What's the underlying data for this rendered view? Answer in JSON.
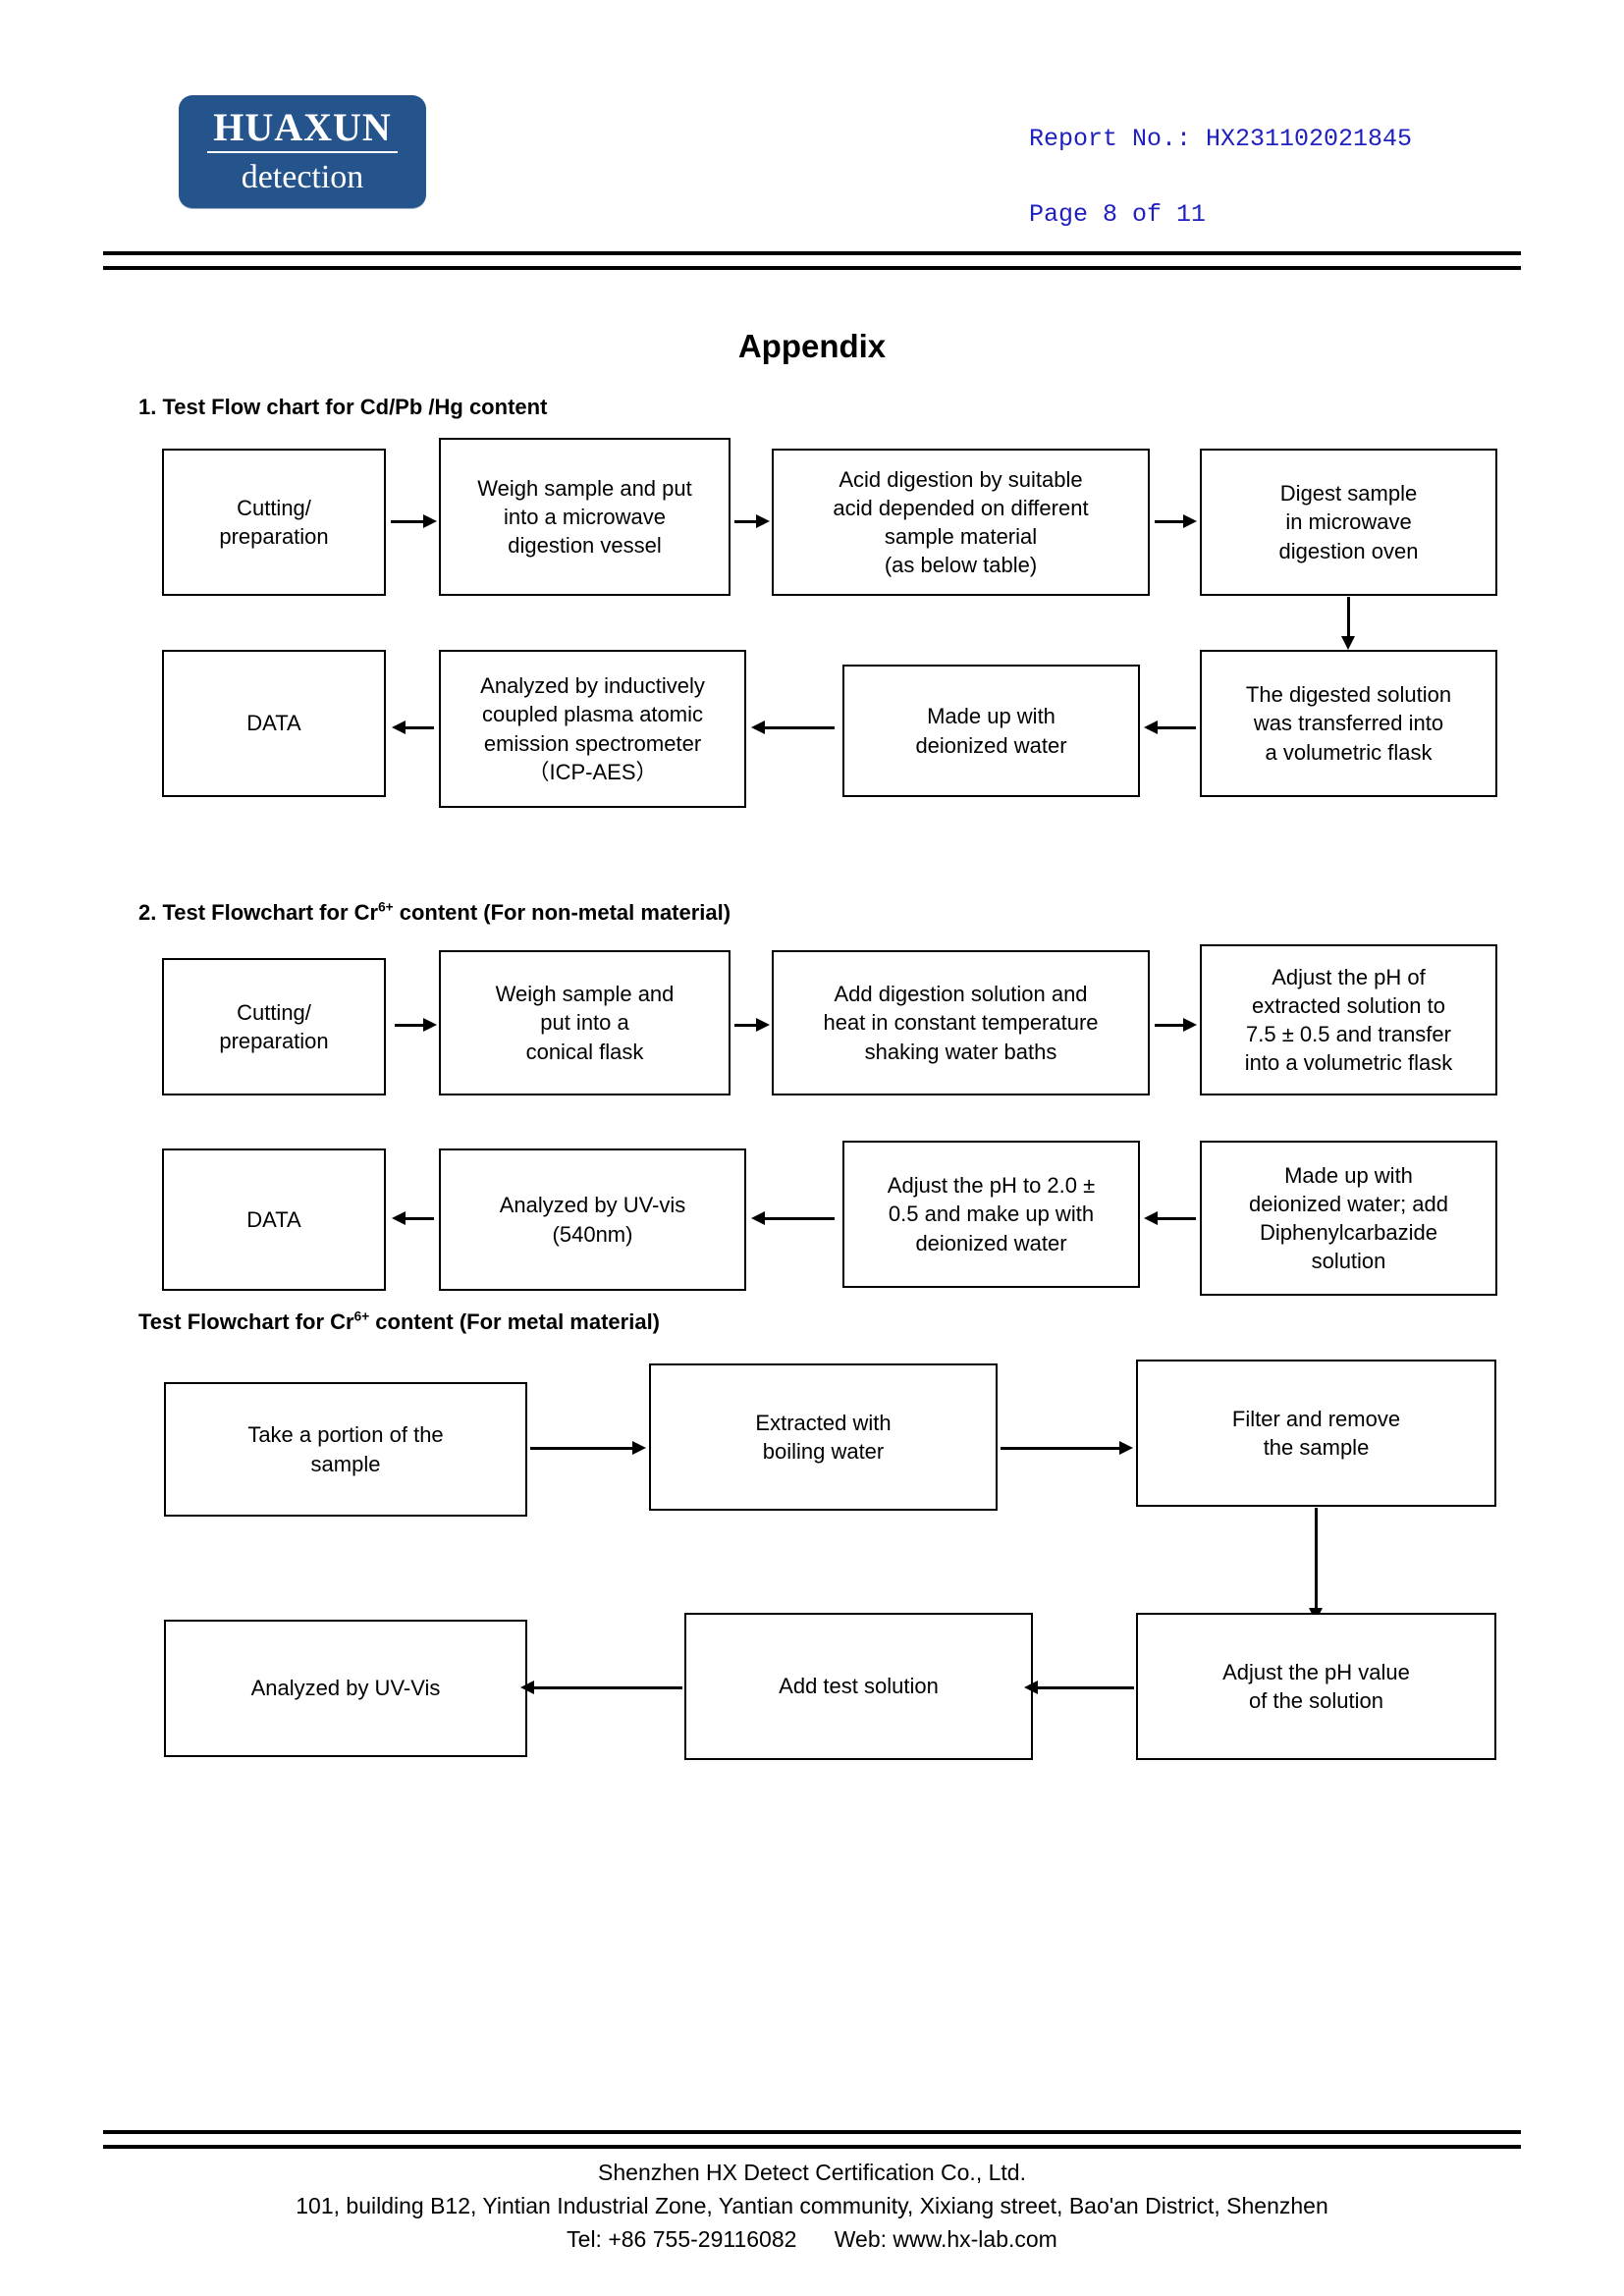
{
  "header": {
    "logo_top": "HUAXUN",
    "logo_bottom": "detection",
    "report_no": "Report No.: HX231102021845",
    "page_label": "Page 8 of 11"
  },
  "appendix_title": "Appendix",
  "sections": [
    {
      "heading_prefix": "1. Test Flow chart for Cd/Pb /Hg content",
      "heading_sup": "",
      "heading_suffix": ""
    },
    {
      "heading_prefix": "2. Test Flowchart for Cr",
      "heading_sup": "6+",
      "heading_suffix": " content (For non-metal material)"
    },
    {
      "heading_prefix": "Test Flowchart for Cr",
      "heading_sup": "6+",
      "heading_suffix": " content (For metal material)"
    }
  ],
  "flowchart_1": {
    "row1": [
      "Cutting/\npreparation",
      "Weigh sample and put\ninto a microwave\ndigestion vessel",
      "Acid digestion by suitable\nacid depended on different\nsample material\n(as below table)",
      "Digest sample\nin microwave\ndigestion oven"
    ],
    "row2": [
      "DATA",
      "Analyzed by inductively\ncoupled plasma atomic\nemission spectrometer\n（ICP-AES）",
      "Made up with\ndeionized water",
      "The digested solution\nwas transferred into\na volumetric flask"
    ]
  },
  "flowchart_2": {
    "row1": [
      "Cutting/\npreparation",
      "Weigh sample and\nput into a\nconical flask",
      "Add digestion solution and\nheat in constant temperature\nshaking water baths",
      "Adjust the pH of\nextracted solution to\n7.5 ± 0.5 and transfer\ninto a volumetric flask"
    ],
    "row2": [
      "DATA",
      "Analyzed by UV-vis\n(540nm)",
      "Adjust the pH to 2.0 ±\n0.5 and make up with\ndeionized water",
      "Made up with\ndeionized water; add\nDiphenylcarbazide\nsolution"
    ]
  },
  "flowchart_3": {
    "row1": [
      "Take a portion of the\nsample",
      "Extracted with\nboiling water",
      "Filter and remove\nthe sample"
    ],
    "row2": [
      "Analyzed by UV-Vis",
      "Add test solution",
      "Adjust the pH value\nof the solution"
    ]
  },
  "footer": {
    "line1": "Shenzhen HX Detect Certification Co., Ltd.",
    "line2": "101, building B12, Yintian Industrial Zone, Yantian community, Xixiang street, Bao'an District, Shenzhen",
    "line3": "Tel: +86 755-29116082      Web: www.hx-lab.com"
  }
}
